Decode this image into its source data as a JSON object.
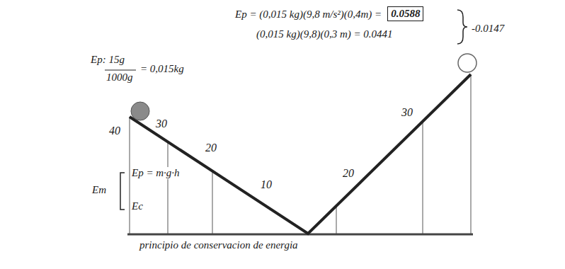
{
  "diagram": {
    "nodes": [
      {
        "text": [
          "0.0588"
        ]
      }
    ],
    "labels": [
      "Ep: 15g",
      "1000g",
      "= 0,015kg",
      "Ep = (0,015 kg)(9,8 m/s²)(0,4m) =",
      "(0,015 kg)(9,8)(0,3 m) = 0.0441",
      "-0.0147",
      "40",
      "30",
      "20",
      "10",
      "20",
      "30",
      "Em",
      "Ep = m·g·h",
      "Ec",
      "principio de conservacion de energia"
    ]
  }
}
